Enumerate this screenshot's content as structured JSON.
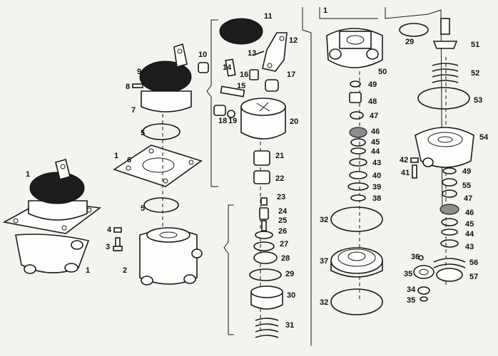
{
  "figure": {
    "part_labels": [
      {
        "n": "1"
      },
      {
        "n": "2"
      },
      {
        "n": "3"
      },
      {
        "n": "4"
      },
      {
        "n": "5"
      },
      {
        "n": "5"
      },
      {
        "n": "6"
      },
      {
        "n": "7"
      },
      {
        "n": "8"
      },
      {
        "n": "9"
      },
      {
        "n": "10"
      },
      {
        "n": "11"
      },
      {
        "n": "12"
      },
      {
        "n": "13"
      },
      {
        "n": "14"
      },
      {
        "n": "15"
      },
      {
        "n": "16"
      },
      {
        "n": "17"
      },
      {
        "n": "18"
      },
      {
        "n": "19"
      },
      {
        "n": "20"
      },
      {
        "n": "21"
      },
      {
        "n": "22"
      },
      {
        "n": "23"
      },
      {
        "n": "24"
      },
      {
        "n": "25"
      },
      {
        "n": "26"
      },
      {
        "n": "27"
      },
      {
        "n": "28"
      },
      {
        "n": "29"
      },
      {
        "n": "30"
      },
      {
        "n": "31"
      },
      {
        "n": "32"
      },
      {
        "n": "37"
      },
      {
        "n": "32"
      },
      {
        "n": "29"
      },
      {
        "n": "50"
      },
      {
        "n": "49"
      },
      {
        "n": "48"
      },
      {
        "n": "47"
      },
      {
        "n": "46"
      },
      {
        "n": "45"
      },
      {
        "n": "44"
      },
      {
        "n": "43"
      },
      {
        "n": "40"
      },
      {
        "n": "39"
      },
      {
        "n": "38"
      },
      {
        "n": "51"
      },
      {
        "n": "52"
      },
      {
        "n": "53"
      },
      {
        "n": "54"
      },
      {
        "n": "42"
      },
      {
        "n": "41"
      },
      {
        "n": "49"
      },
      {
        "n": "55"
      },
      {
        "n": "47"
      },
      {
        "n": "46"
      },
      {
        "n": "45"
      },
      {
        "n": "44"
      },
      {
        "n": "43"
      },
      {
        "n": "56"
      },
      {
        "n": "57"
      },
      {
        "n": "36"
      },
      {
        "n": "35"
      },
      {
        "n": "34"
      },
      {
        "n": "35"
      },
      {
        "n": "1"
      },
      {
        "n": "1"
      },
      {
        "n": "1"
      }
    ]
  }
}
